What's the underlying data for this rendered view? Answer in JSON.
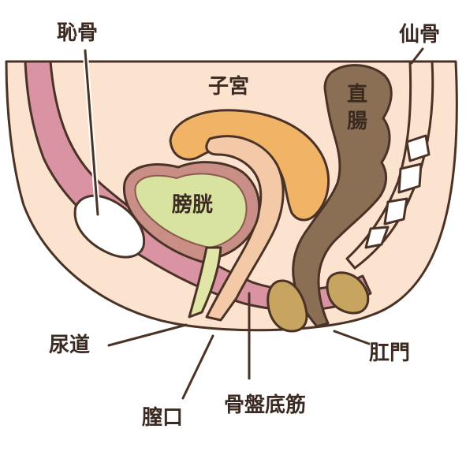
{
  "diagram": {
    "labels": {
      "pubic_bone": "恥骨",
      "sacrum": "仙骨",
      "uterus": "子宮",
      "rectum": "直腸",
      "bladder": "膀胱",
      "urethra": "尿道",
      "vagina_opening": "膣口",
      "pelvic_floor_muscles": "骨盤底筋",
      "anus": "肛門"
    },
    "colors": {
      "skin": "#fbe3cf",
      "pelvic_muscle": "#d993a3",
      "uterus": "#f1b366",
      "bladder_fill": "#d9e3a0",
      "bladder_wall": "#c98f86",
      "rectum": "#8a6f54",
      "bone": "#ffffff",
      "sphincter": "#c7a45f",
      "outline": "#4a3326"
    }
  }
}
